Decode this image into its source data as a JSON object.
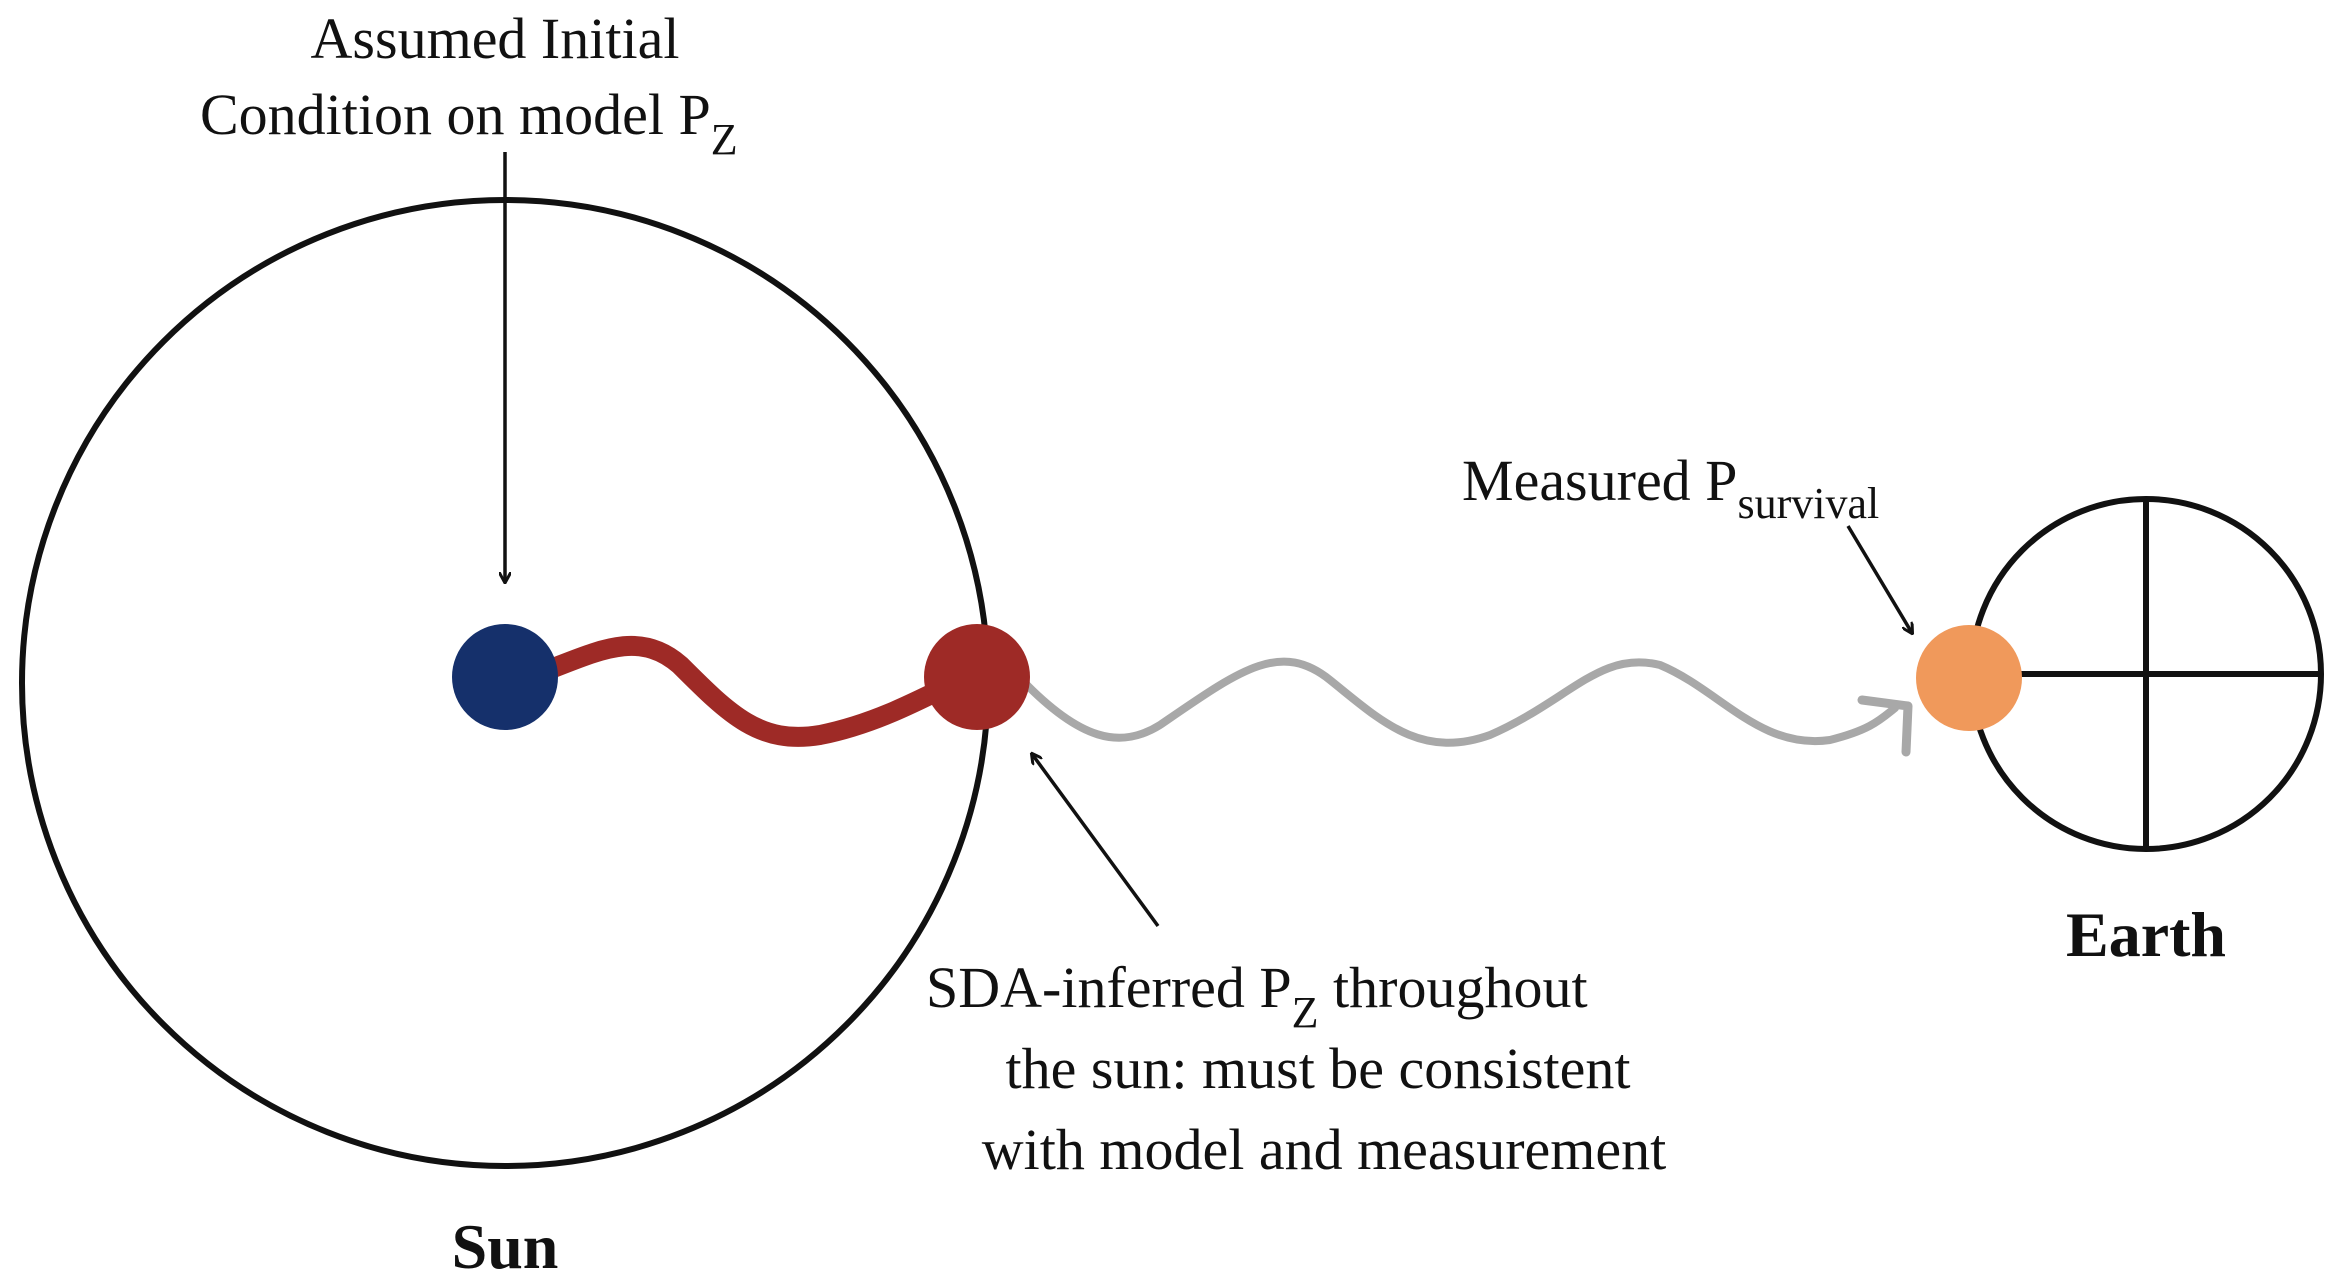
{
  "diagram": {
    "labels": {
      "initial_condition": {
        "line1": "Assumed Initial",
        "line2_main": "Condition on model P",
        "line2_sub": "Z"
      },
      "measured": {
        "main": "Measured P",
        "sub": "survival"
      },
      "sda": {
        "line1_main": "SDA-inferred P",
        "line1_sub": "Z",
        "line1_rest": " throughout",
        "line2": "the sun: must be consistent",
        "line3": "with model and measurement"
      },
      "sun": "Sun",
      "earth": "Earth"
    },
    "colors": {
      "outline": "#111111",
      "core_point": "#15306b",
      "surface_point": "#9e2a26",
      "solar_path": "#9e2a26",
      "earth_point": "#f0995b",
      "vacuum_wave": "#a8a8a8"
    }
  }
}
